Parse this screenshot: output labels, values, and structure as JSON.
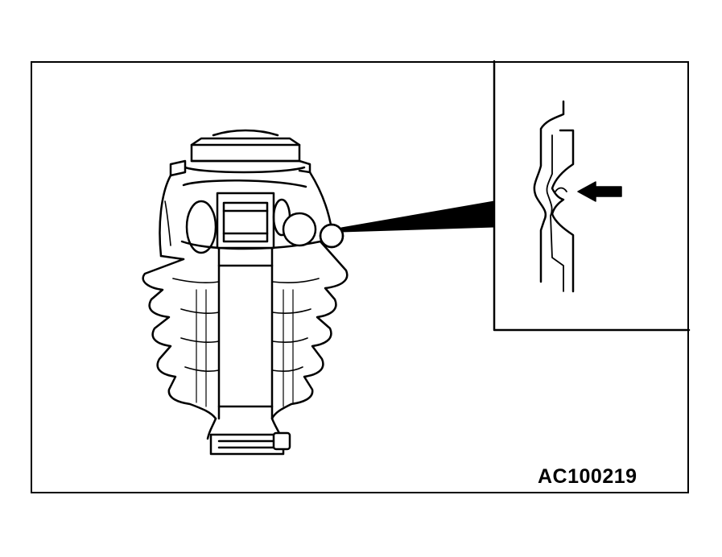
{
  "figure": {
    "id_label": "AC100219",
    "subject": "cv-joint-boot-assembly",
    "detail_view": "boot-band-groove-seating",
    "pointer": "arrow-icon",
    "line_color": "#000000",
    "background_color": "#ffffff"
  }
}
